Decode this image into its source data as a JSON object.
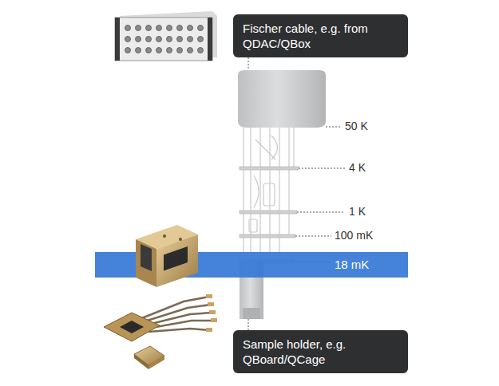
{
  "diagram": {
    "nodes": [
      {
        "text": [
          "Fischer cable, e.g. from QDAC/QBox"
        ]
      },
      {
        "text": [
          "18 mK"
        ]
      },
      {
        "text": [
          "Sample holder, e.g. QBoard/QCage"
        ]
      }
    ],
    "labels": [
      "50 K",
      "4 K",
      "1 K",
      "100 mK"
    ]
  }
}
